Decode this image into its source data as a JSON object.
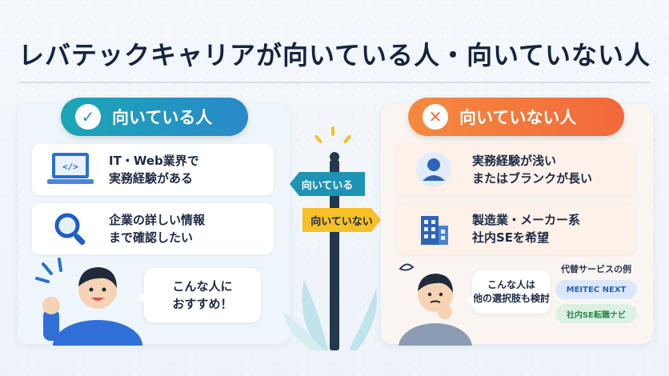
{
  "title": "レバテックキャリアが向いている人・向いていない人",
  "left": {
    "pill_label": "向いている人",
    "badge_icon": "check-icon",
    "cards": [
      {
        "icon": "laptop-code-icon",
        "line1": "IT・Web業界で",
        "line2": "実務経験がある"
      },
      {
        "icon": "magnifier-icon",
        "line1": "企業の詳しい情報",
        "line2": "まで確認したい"
      }
    ],
    "bubble": {
      "line1": "こんな人に",
      "line2": "おすすめ！"
    }
  },
  "signpost": {
    "yes_label": "向いている",
    "no_label": "向いていない"
  },
  "right": {
    "pill_label": "向いていない人",
    "badge_icon": "cross-icon",
    "cards": [
      {
        "icon": "person-icon",
        "line1": "実務経験が浅い",
        "line2": "またはブランクが長い"
      },
      {
        "icon": "building-icon",
        "line1": "製造業・メーカー系",
        "line2": "社内SEを希望"
      }
    ],
    "bubble": {
      "line1": "こんな人は",
      "line2": "他の選択肢も検討"
    },
    "alternatives": {
      "title": "代替サービスの例",
      "items": [
        "MEITEC NEXT",
        "社内SE転職ナビ"
      ]
    }
  },
  "colors": {
    "teal": "#1ba6b6",
    "blue": "#2a89c9",
    "orange": "#f2683c",
    "yellow": "#f5c028",
    "navy": "#16243f"
  }
}
